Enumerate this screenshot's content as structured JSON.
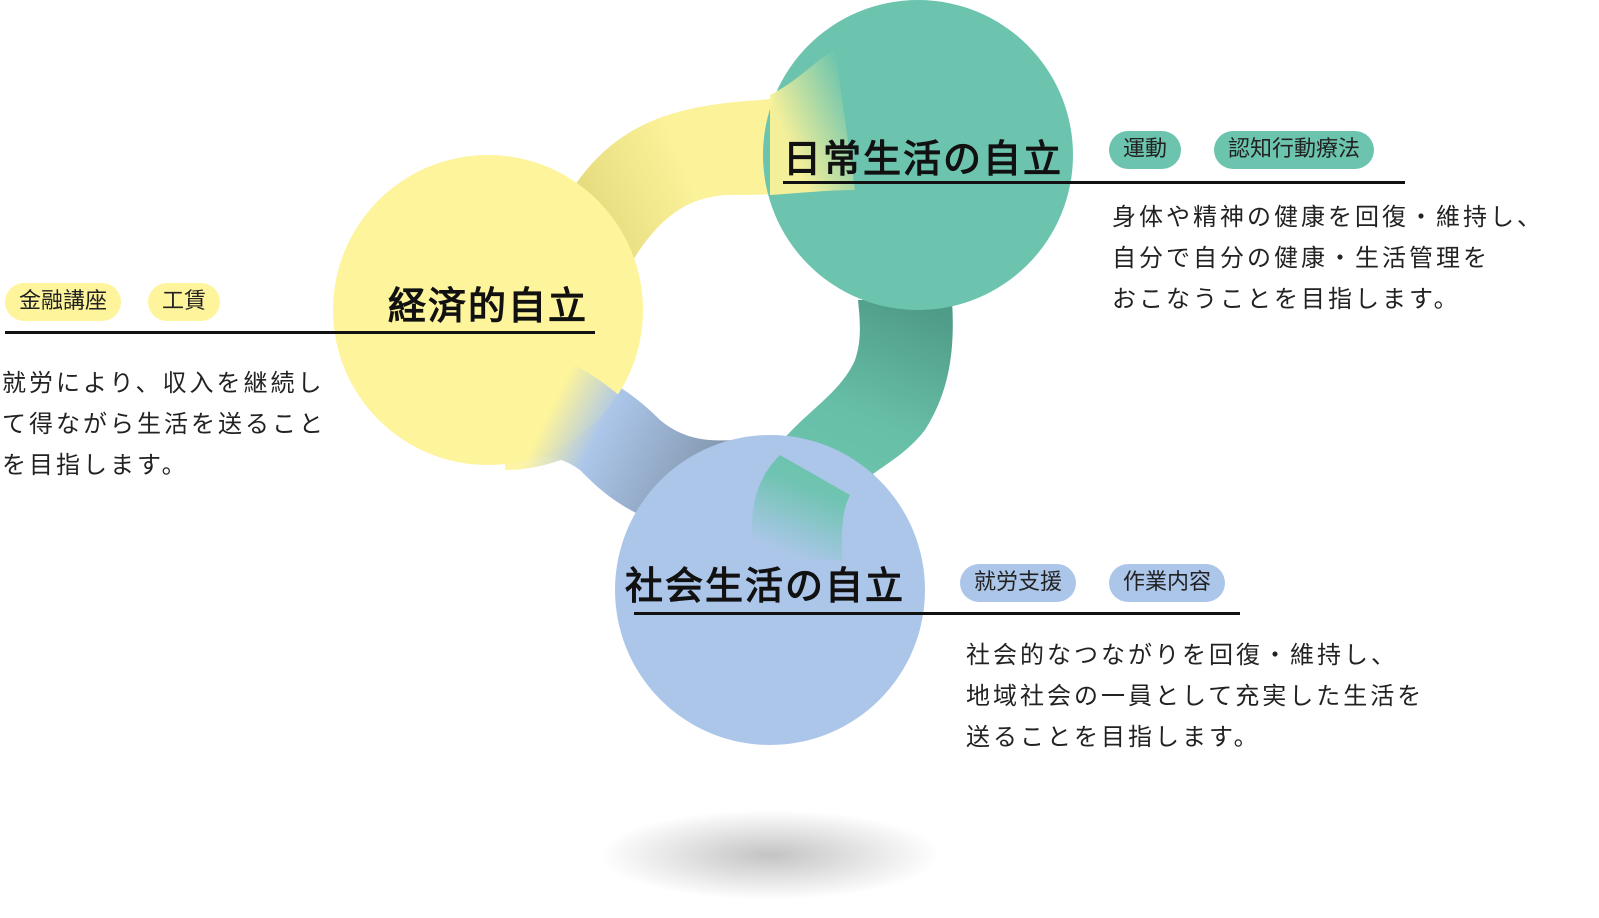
{
  "colors": {
    "green": "#6cc4ae",
    "yellow": "#fdf49b",
    "blue": "#acc6ea"
  },
  "nodes": {
    "daily": {
      "title": "日常生活の自立",
      "tags": [
        "運動",
        "認知行動療法"
      ],
      "description": [
        "身体や精神の健康を回復・維持し、",
        "自分で自分の健康・生活管理を",
        "おこなうことを目指します。"
      ]
    },
    "economic": {
      "title": "経済的自立",
      "tags": [
        "金融講座",
        "工賃"
      ],
      "description": [
        "就労により、収入を継続し",
        "て得ながら生活を送ること",
        "を目指します。"
      ]
    },
    "social": {
      "title": "社会生活の自立",
      "tags": [
        "就労支援",
        "作業内容"
      ],
      "description": [
        "社会的なつながりを回復・維持し、",
        "地域社会の一員として充実した生活を",
        "送ることを目指します。"
      ]
    }
  }
}
